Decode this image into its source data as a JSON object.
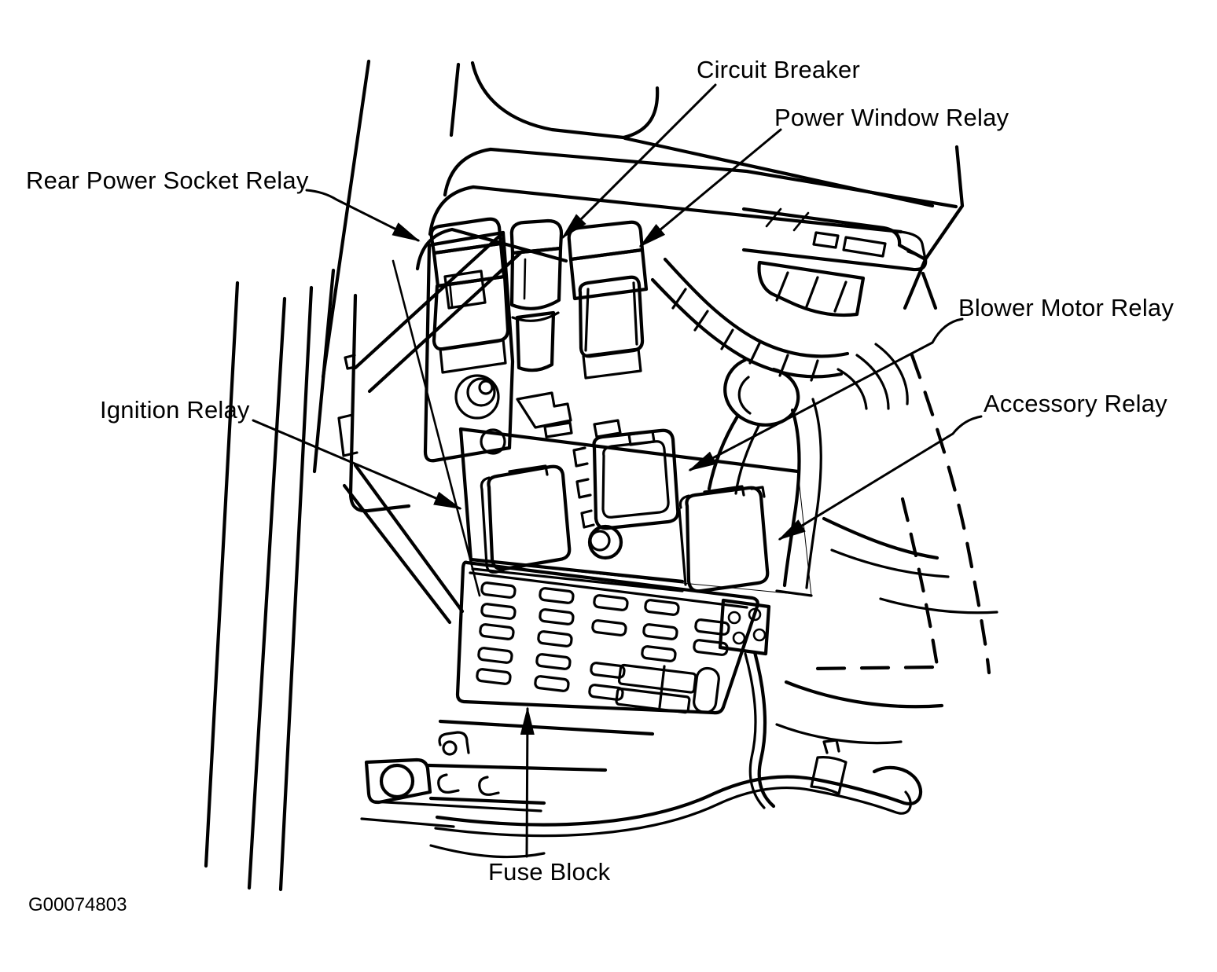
{
  "figure_code": "G00074803",
  "callouts": {
    "rear_power_socket_relay": "Rear Power Socket Relay",
    "circuit_breaker": "Circuit Breaker",
    "power_window_relay": "Power Window Relay",
    "blower_motor_relay": "Blower Motor Relay",
    "accessory_relay": "Accessory Relay",
    "ignition_relay": "Ignition Relay",
    "fuse_block": "Fuse Block"
  },
  "colors": {
    "ink": "#000000",
    "paper": "#ffffff"
  }
}
